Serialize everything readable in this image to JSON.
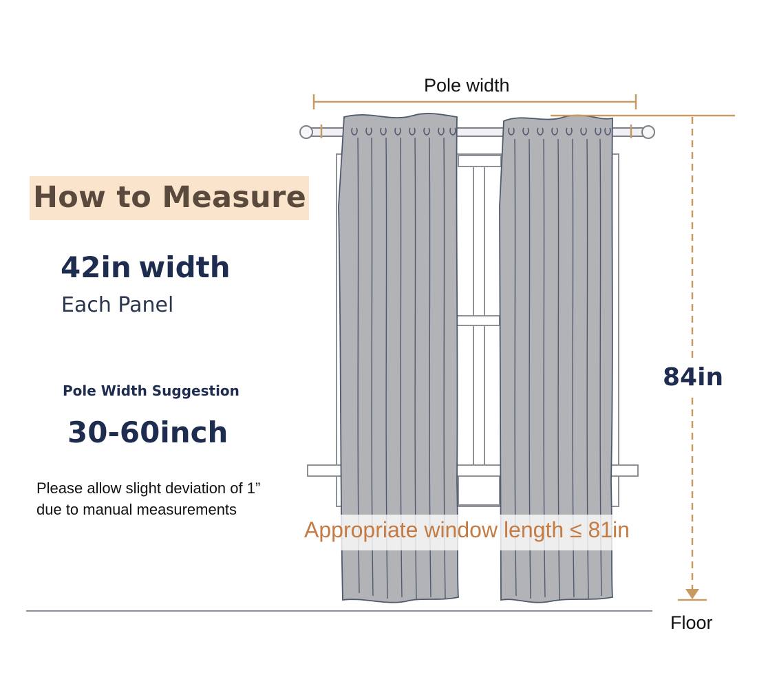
{
  "info": {
    "title": "How to Measure",
    "panel_width": "42in width",
    "panel_note": "Each Panel",
    "pole_suggestion_label": "Pole Width Suggestion",
    "pole_suggestion_value": "30-60inch",
    "deviation_note_line1": "Please allow slight deviation of 1”",
    "deviation_note_line2": "due to manual measurements"
  },
  "diagram": {
    "pole_width_label": "Pole width",
    "height_label": "84in",
    "window_length_label": "Appropriate window length ≤ 81in",
    "floor_label": "Floor"
  },
  "colors": {
    "measure_line": "#c79a64",
    "curtain_fill": "#b2b3b7",
    "curtain_stroke": "#505a6e",
    "title_background": "#fbe4cc",
    "heading_text": "#1e2d4f",
    "window_length_text": "#c47c44"
  }
}
